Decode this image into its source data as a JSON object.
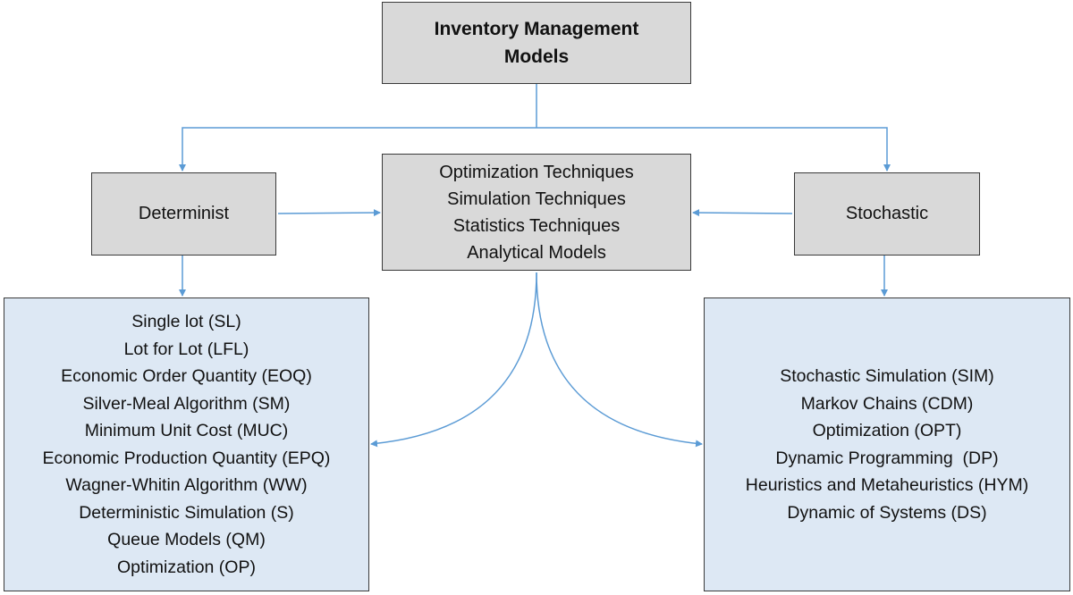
{
  "root": {
    "lines": [
      "Inventory Management",
      "Models"
    ]
  },
  "determinist": {
    "label": "Determinist"
  },
  "stochastic": {
    "label": "Stochastic"
  },
  "techniques": {
    "lines": [
      "Optimization Techniques",
      "Simulation Techniques",
      "Statistics Techniques",
      "Analytical Models"
    ]
  },
  "deterministic_models": {
    "items": [
      "Single lot (SL)",
      "Lot for Lot (LFL)",
      "Economic Order Quantity (EOQ)",
      "Silver-Meal Algorithm (SM)",
      "Minimum Unit Cost (MUC)",
      "Economic Production Quantity (EPQ)",
      "Wagner-Whitin Algorithm (WW)",
      "Deterministic Simulation (S)",
      "Queue Models (QM)",
      "Optimization (OP)"
    ]
  },
  "stochastic_models": {
    "items": [
      "Stochastic Simulation (SIM)",
      "Markov Chains (CDM)",
      "Optimization (OPT)",
      "Dynamic Programming  (DP)",
      "Heuristics and Metaheuristics (HYM)",
      "Dynamic of Systems (DS)"
    ]
  },
  "colors": {
    "box_gray": "#d9d9d9",
    "box_blue": "#dde8f4",
    "border": "#3a3a3a",
    "arrow": "#5b9bd5"
  }
}
